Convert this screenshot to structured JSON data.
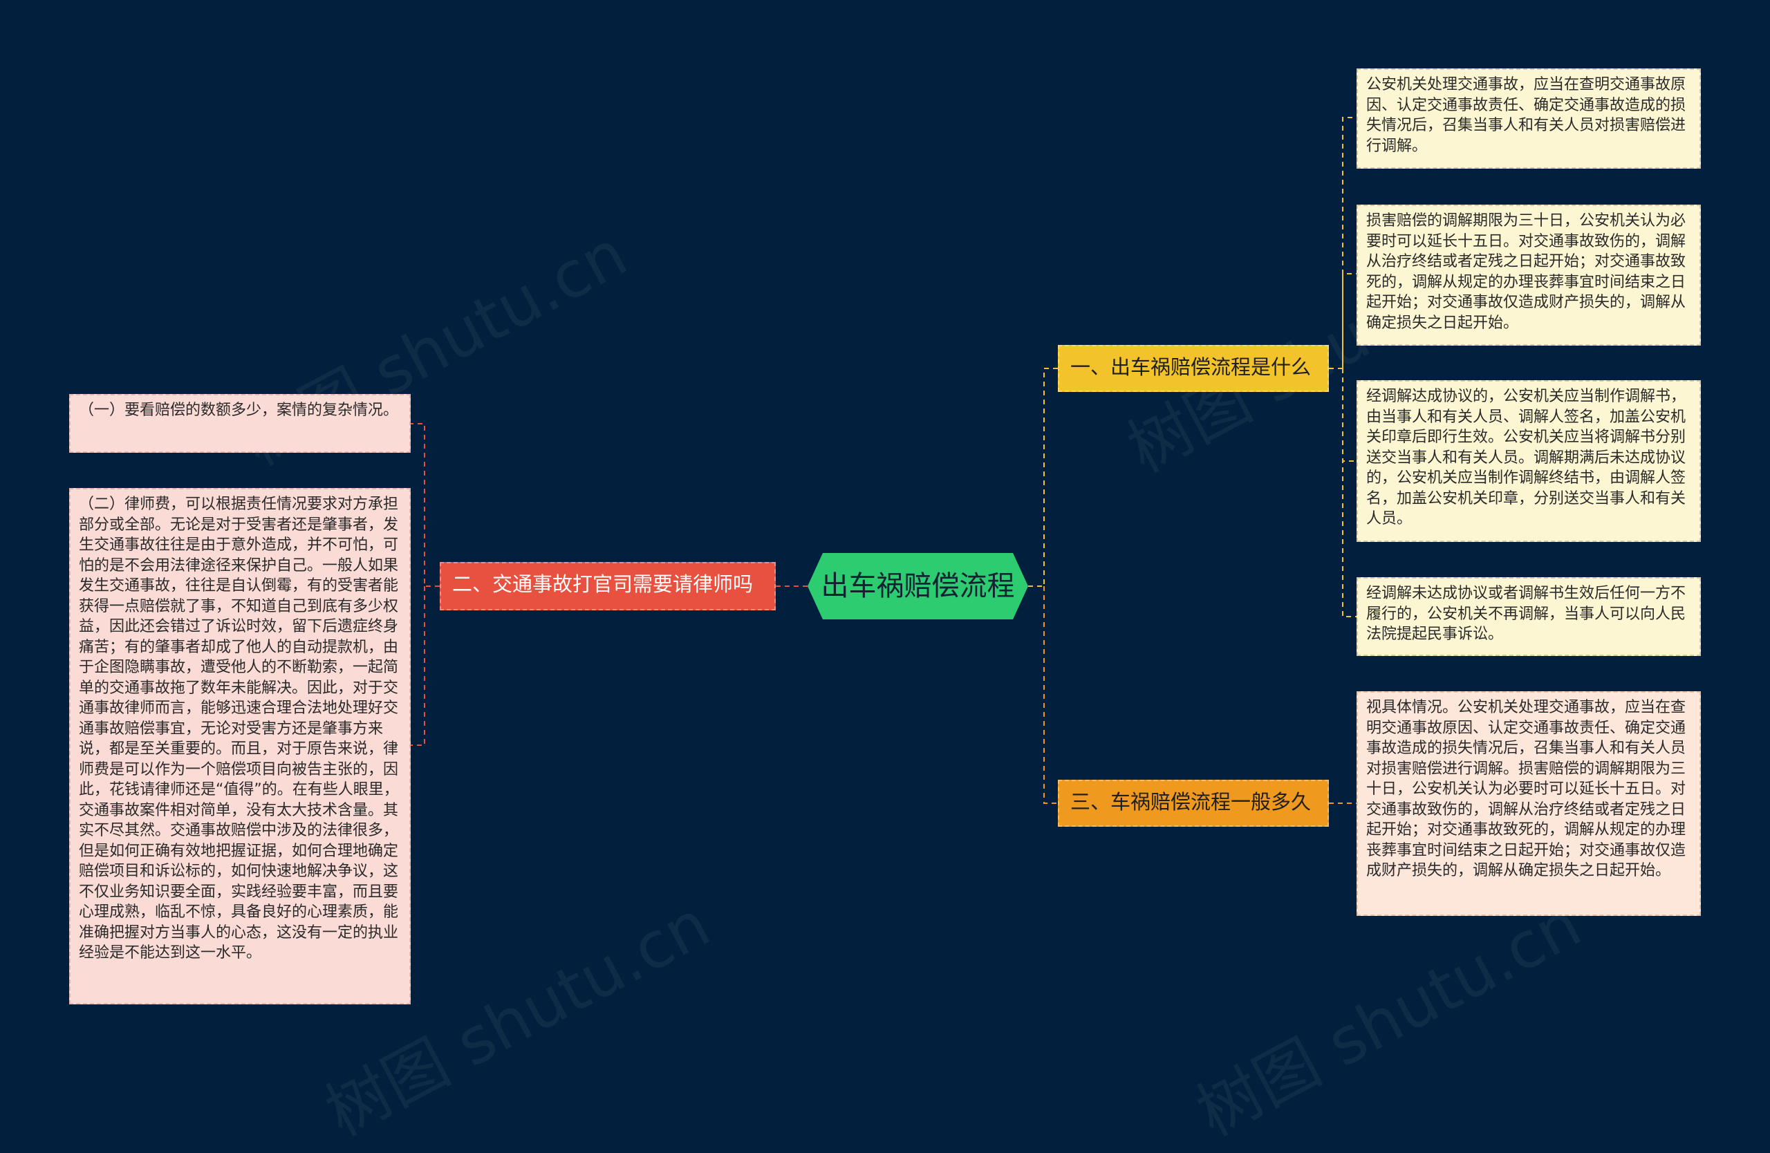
{
  "root": {
    "label": "出车祸赔偿流程"
  },
  "branches": {
    "b1": {
      "label": "一、出车祸赔偿流程是什么",
      "leaves": [
        "公安机关处理交通事故，应当在查明交通事故原因、认定交通事故责任、确定交通事故造成的损失情况后，召集当事人和有关人员对损害赔偿进行调解。",
        "损害赔偿的调解期限为三十日，公安机关认为必要时可以延长十五日。对交通事故致伤的，调解从治疗终结或者定残之日起开始；对交通事故致死的，调解从规定的办理丧葬事宜时间结束之日起开始；对交通事故仅造成财产损失的，调解从确定损失之日起开始。",
        "经调解达成协议的，公安机关应当制作调解书，由当事人和有关人员、调解人签名，加盖公安机关印章后即行生效。公安机关应当将调解书分别送交当事人和有关人员。调解期满后未达成协议的，公安机关应当制作调解终结书，由调解人签名，加盖公安机关印章，分别送交当事人和有关人员。",
        "经调解未达成协议或者调解书生效后任何一方不履行的，公安机关不再调解，当事人可以向人民法院提起民事诉讼。"
      ]
    },
    "b2": {
      "label": "三、车祸赔偿流程一般多久",
      "leaves": [
        "视具体情况。公安机关处理交通事故，应当在查明交通事故原因、认定交通事故责任、确定交通事故造成的损失情况后，召集当事人和有关人员对损害赔偿进行调解。损害赔偿的调解期限为三十日，公安机关认为必要时可以延长十五日。对交通事故致伤的，调解从治疗终结或者定残之日起开始；对交通事故致死的，调解从规定的办理丧葬事宜时间结束之日起开始；对交通事故仅造成财产损失的，调解从确定损失之日起开始。"
      ]
    },
    "b3": {
      "label": "二、交通事故打官司需要请律师吗",
      "leaves": [
        "（一）要看赔偿的数额多少，案情的复杂情况。",
        "（二）律师费，可以根据责任情况要求对方承担部分或全部。无论是对于受害者还是肇事者，发生交通事故往往是由于意外造成，并不可怕，可怕的是不会用法律途径来保护自己。一般人如果发生交通事故，往往是自认倒霉，有的受害者能获得一点赔偿就了事，不知道自己到底有多少权益，因此还会错过了诉讼时效，留下后遗症终身痛苦；有的肇事者却成了他人的自动提款机，由于企图隐瞒事故，遭受他人的不断勒索，一起简单的交通事故拖了数年未能解决。因此，对于交通事故律师而言，能够迅速合理合法地处理好交通事故赔偿事宜，无论对受害方还是肇事方来说，都是至关重要的。而且，对于原告来说，律师费是可以作为一个赔偿项目向被告主张的，因此，花钱请律师还是“值得”的。在有些人眼里，交通事故案件相对简单，没有太大技术含量。其实不尽其然。交通事故赔偿中涉及的法律很多，但是如何正确有效地把握证据，如何合理地确定赔偿项目和诉讼标的，如何快速地解决争议，这不仅业务知识要全面，实践经验要丰富，而且要心理成熟，临乱不惊，具备良好的心理素质，能准确把握对方当事人的心态，这没有一定的执业经验是不能达到这一水平。"
      ]
    }
  },
  "watermark": "树图 shutu.cn",
  "colors": {
    "background": "#02203d",
    "root": "#2ecc71",
    "b1": "#f2c32a",
    "b2": "#ef9a1e",
    "b3": "#e8503f"
  }
}
